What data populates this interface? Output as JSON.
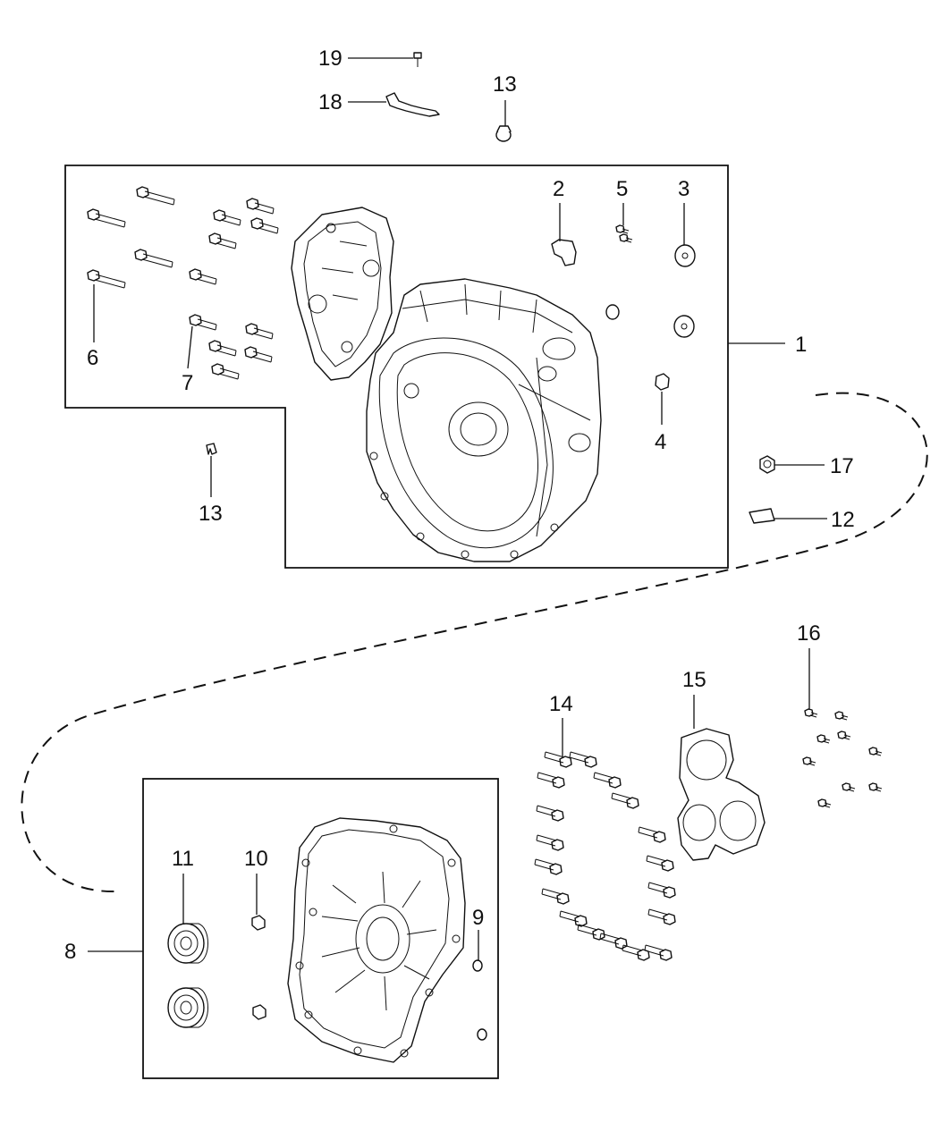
{
  "callouts": {
    "c1": "1",
    "c2": "2",
    "c3": "3",
    "c4": "4",
    "c5": "5",
    "c6": "6",
    "c7": "7",
    "c8": "8",
    "c9": "9",
    "c10": "10",
    "c11": "11",
    "c12": "12",
    "c13a": "13",
    "c13b": "13",
    "c14": "14",
    "c15": "15",
    "c16": "16",
    "c17": "17",
    "c18": "18",
    "c19": "19"
  }
}
